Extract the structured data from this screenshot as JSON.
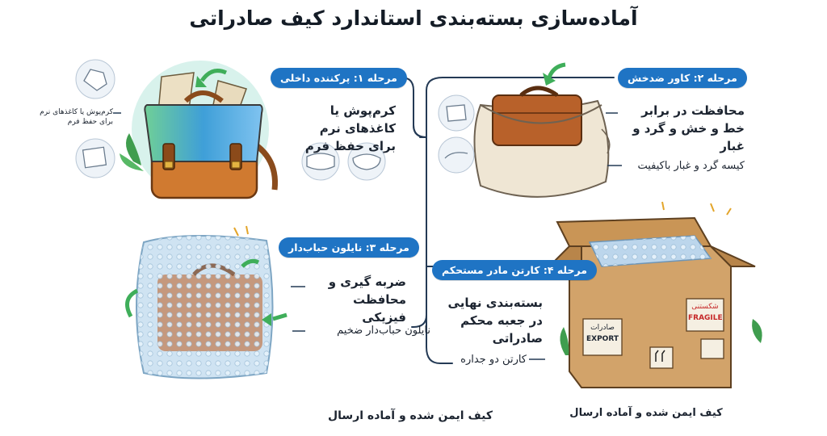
{
  "title": "آماده‌سازی بسته‌بندی استاندارد کیف صادراتی",
  "steps": [
    {
      "badge": "مرحله ۱: پرکننده داخلی",
      "main_text": "کرم‌پوش یا کاغذهای نرم برای حفظ فرم",
      "side_note": "کرم‌پوش یا کاغذهای نرم برای حفظ فرم"
    },
    {
      "badge": "مرحله ۲: کاور ضدخش",
      "main_text": "محافظت در برابر خط و خش و گرد و غبار",
      "sub_text": "کیسه گرد و غبار باکیفیت"
    },
    {
      "badge": "مرحله ۳: نایلون حباب‌دار",
      "main_text": "ضربه گیری و محافظت فیزیکی",
      "sub_text": "نایلون حباب‌دار ضخیم"
    },
    {
      "badge": "مرحله ۴: کارتن مادر مستحکم",
      "main_text": "بسته‌بندی نهایی در جعبه محکم صادراتی",
      "sub_text": "کارتن دو جداره",
      "box_label_fa": "صادرات",
      "box_label_en": "EXPORT",
      "fragile_fa": "شکستنی",
      "fragile_en": "FRAGILE"
    }
  ],
  "footer_left": "کیف ایمن شده و آماده ارسال",
  "footer_right": "کیف ایمن شده و آماده ارسال",
  "colors": {
    "badge": "#1f74c4",
    "connector": "#243a55",
    "leather": "#c8742c",
    "box": "#d2a36a",
    "bubble": "#cfe3f2",
    "arrow": "#3fae5a"
  },
  "icons": [
    "crumpled-paper-icon",
    "pillow-icon",
    "fabric-icon",
    "bubble-wrap-icon",
    "box-icon"
  ]
}
